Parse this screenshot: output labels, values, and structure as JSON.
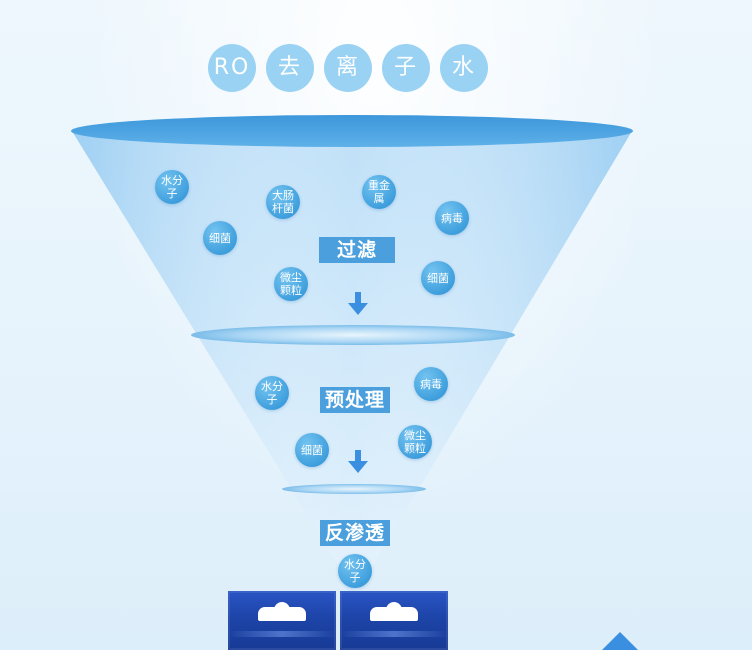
{
  "title": {
    "chars": [
      "RO",
      "去",
      "离",
      "子",
      "水"
    ]
  },
  "stages": {
    "filter": "过滤",
    "pretreat": "预处理",
    "ro": "反渗透"
  },
  "bubbles": {
    "top": {
      "water": "水分子",
      "ecoli": "大肠杆菌",
      "metal": "重金属",
      "virus": "病毒",
      "bacteria1": "细菌",
      "dust": "微尘颗粒",
      "bacteria2": "细菌"
    },
    "middle": {
      "water": "水分子",
      "virus": "病毒",
      "bacteria": "细菌",
      "dust": "微尘颗粒"
    },
    "bottom": {
      "water": "水分子"
    }
  },
  "colors": {
    "bubble": "#3f9fdd",
    "title_circle": "#9ad2f3",
    "label_bg": "#4a9fdc",
    "package": "#1d44a8",
    "arrow": "#3b8fe0"
  }
}
